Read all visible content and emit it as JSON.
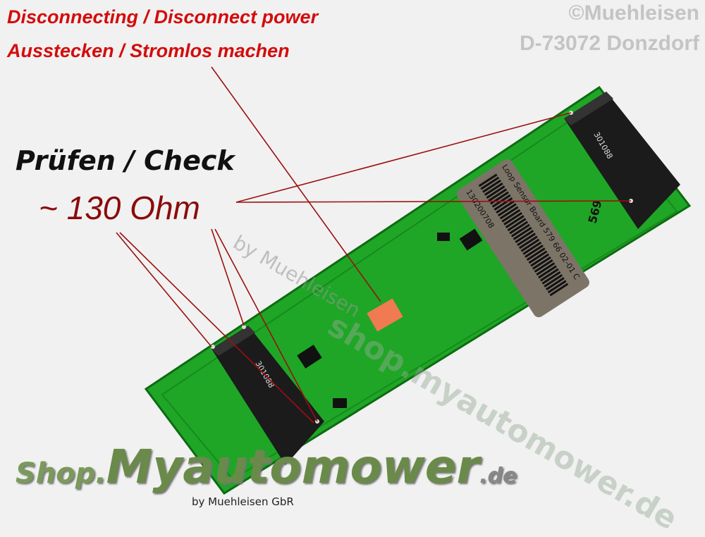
{
  "annotations": {
    "line1": "Disconnecting / Disconnect power",
    "line2": "Ausstecken / Stromlos machen",
    "check": "Prüfen / Check",
    "resistance": "~ 130 Ohm"
  },
  "copyright": {
    "line1": "©Muehleisen",
    "line2": "D-73072 Donzdorf"
  },
  "watermark": {
    "text": "shop.myautomower.de",
    "by": "by Muehleisen"
  },
  "logo": {
    "prefix": "Shop.",
    "name": "Myautomower",
    "suffix": ".de",
    "byline": "by Muehleisen GbR"
  },
  "board_label": {
    "title": "Loop Sensor Board 579 66 02-01 C",
    "serial": "130200708",
    "mark": "569",
    "relay_code": "301088"
  },
  "colors": {
    "board": "#1fa626",
    "annotation_red": "#d40c0c",
    "lines": "#9b1010"
  }
}
